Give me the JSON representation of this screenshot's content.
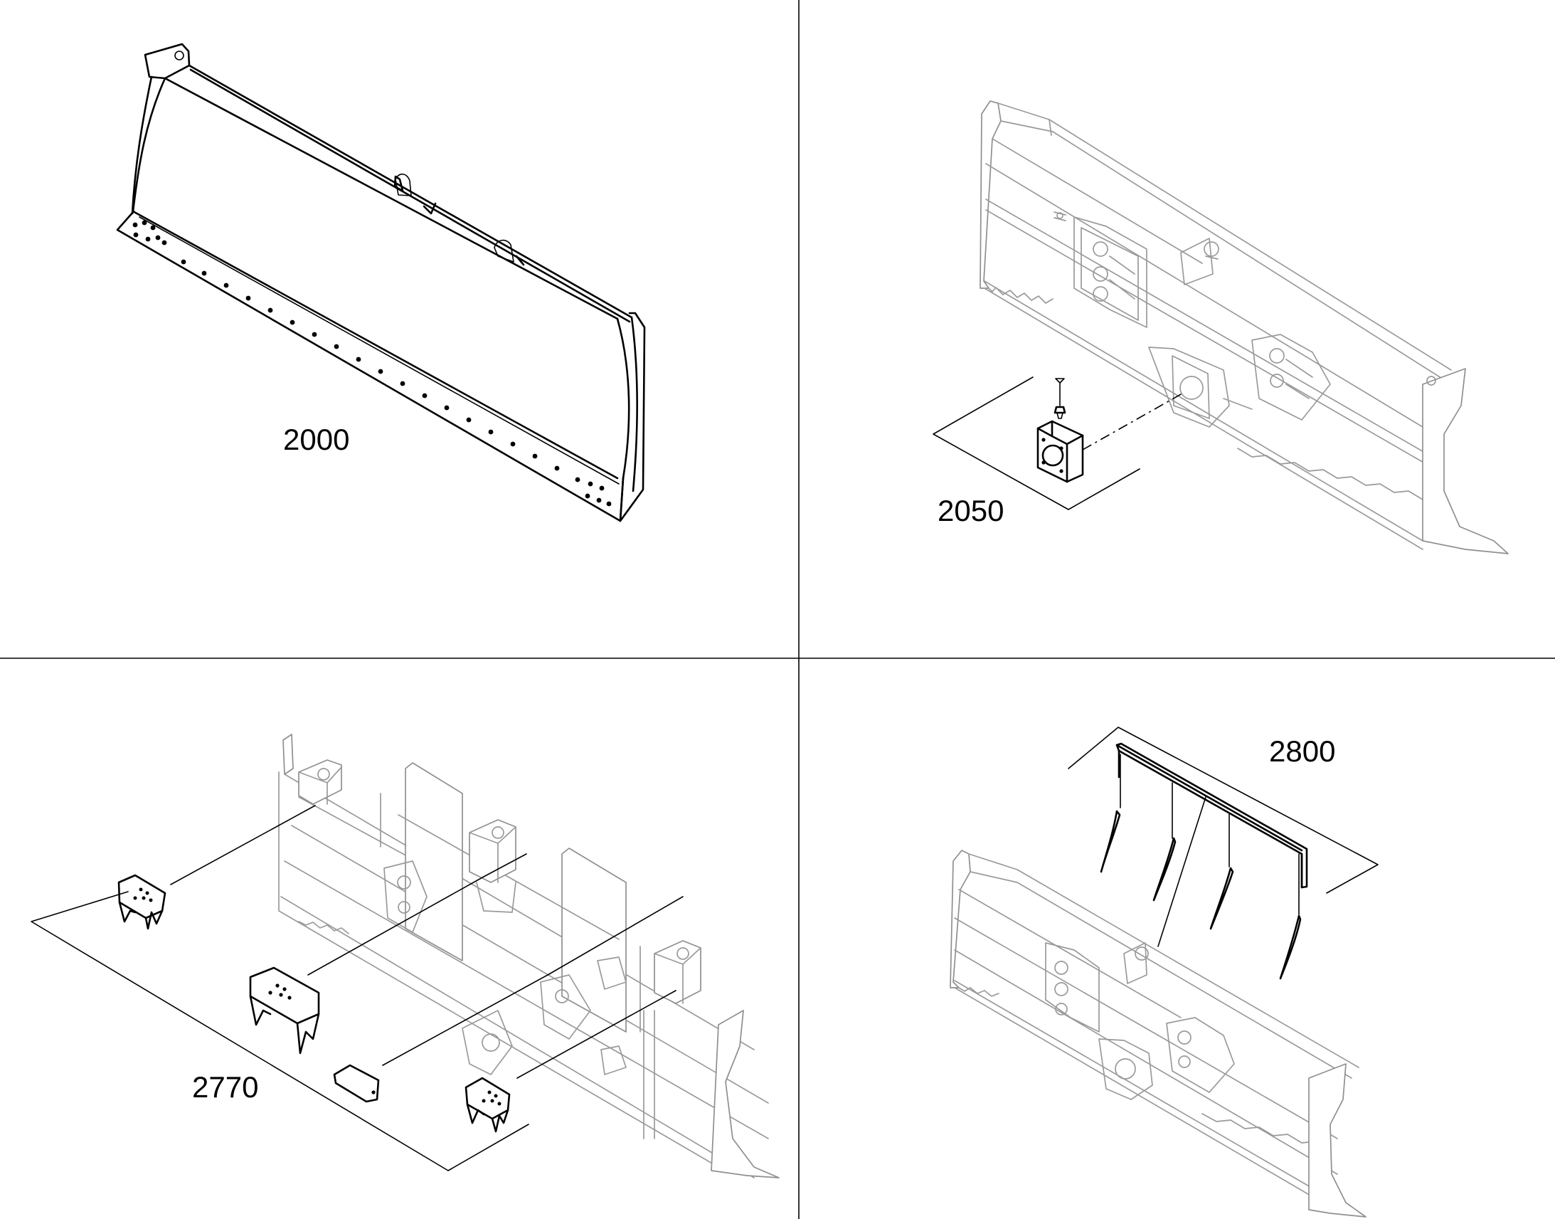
{
  "diagram": {
    "panels": [
      {
        "id": "blade-assembly",
        "label": "2000"
      },
      {
        "id": "trunnion-bracket",
        "label": "2050"
      },
      {
        "id": "wear-plates",
        "label": "2770"
      },
      {
        "id": "cutting-edge-shims",
        "label": "2800"
      }
    ]
  }
}
